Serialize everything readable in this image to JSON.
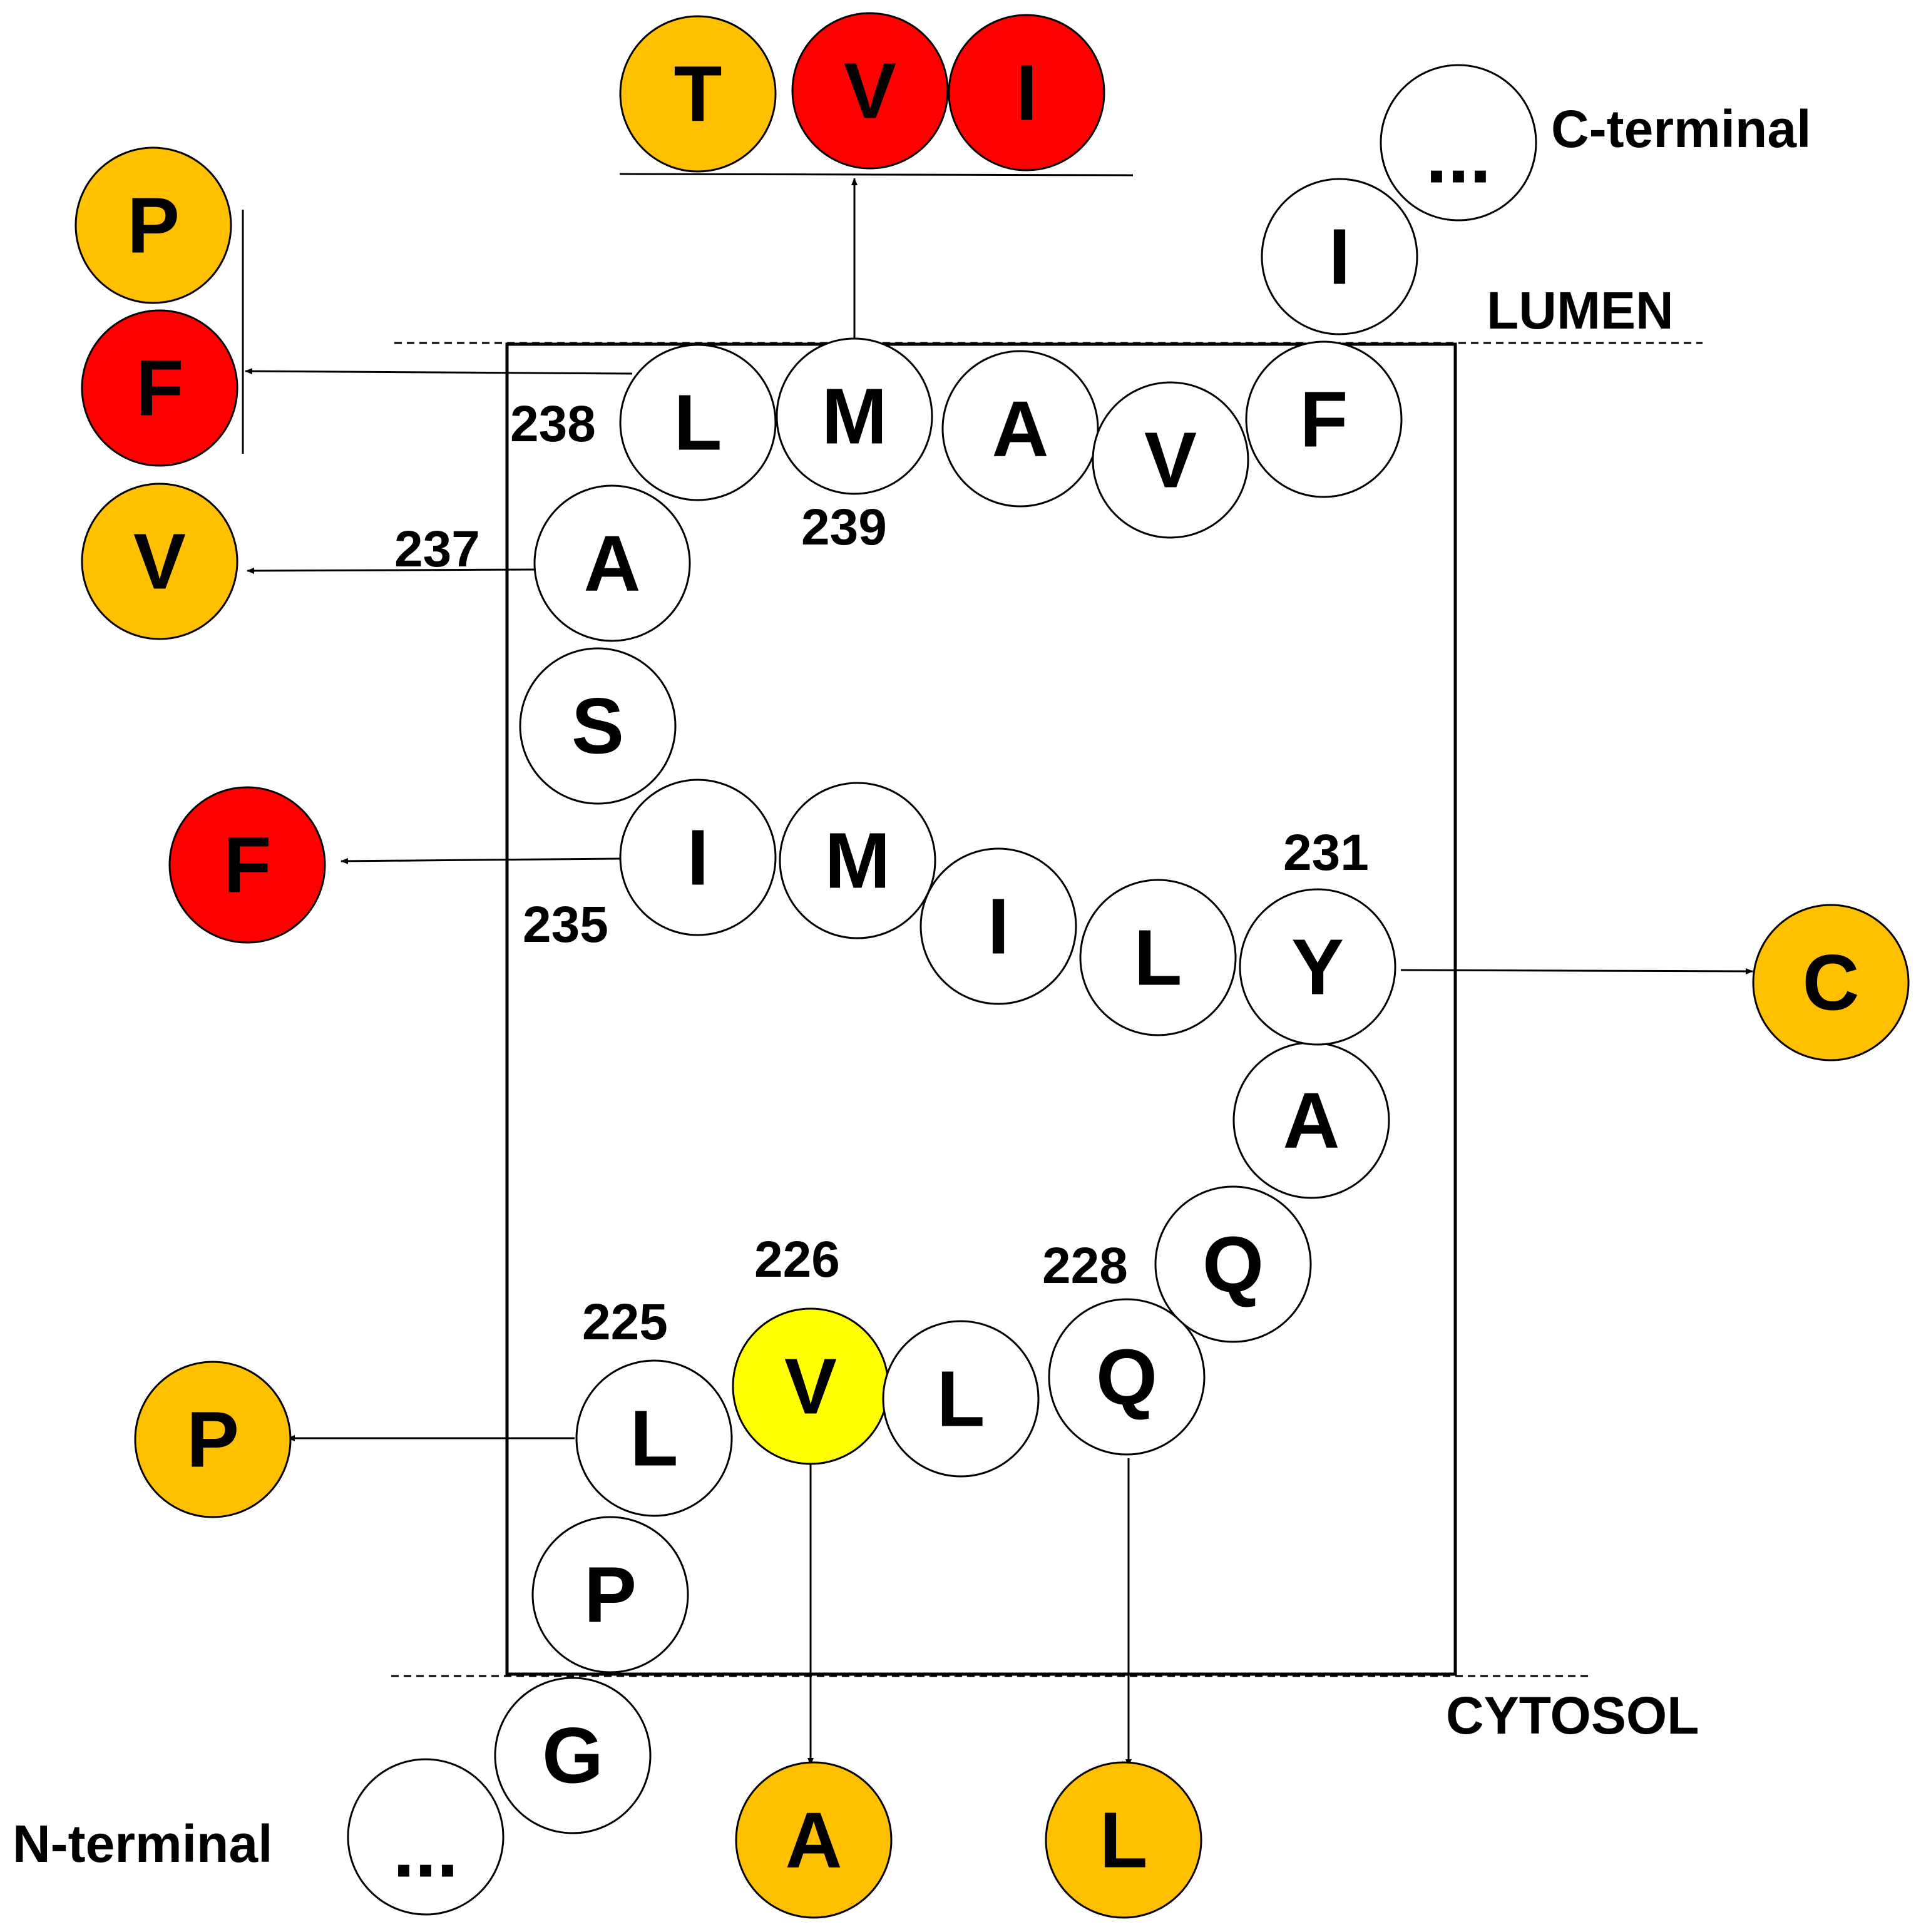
{
  "regions": {
    "lumen": "LUMEN",
    "cytosol": "CYTOSOL",
    "c_terminal": "C-terminal",
    "n_terminal": "N-terminal"
  },
  "colors": {
    "wild": "#ffffff",
    "orange": "#ffc000",
    "red": "#ff0000",
    "yellow": "#ffff00"
  },
  "sequence": [
    {
      "id": "n-ellipsis",
      "aa": "..."
    },
    {
      "id": "g",
      "aa": "G"
    },
    {
      "id": "p",
      "aa": "P"
    },
    {
      "id": "l225",
      "aa": "L"
    },
    {
      "id": "v226",
      "aa": "V",
      "color": "yellow"
    },
    {
      "id": "l227",
      "aa": "L"
    },
    {
      "id": "q228",
      "aa": "Q"
    },
    {
      "id": "q229",
      "aa": "Q"
    },
    {
      "id": "a230",
      "aa": "A"
    },
    {
      "id": "y231",
      "aa": "Y"
    },
    {
      "id": "l232",
      "aa": "L"
    },
    {
      "id": "i233",
      "aa": "I"
    },
    {
      "id": "m234",
      "aa": "M"
    },
    {
      "id": "i235",
      "aa": "I"
    },
    {
      "id": "s236",
      "aa": "S"
    },
    {
      "id": "a237",
      "aa": "A"
    },
    {
      "id": "l238",
      "aa": "L"
    },
    {
      "id": "m239",
      "aa": "M"
    },
    {
      "id": "a240",
      "aa": "A"
    },
    {
      "id": "v241",
      "aa": "V"
    },
    {
      "id": "f242",
      "aa": "F"
    },
    {
      "id": "i243",
      "aa": "I"
    },
    {
      "id": "c-ellipsis",
      "aa": "..."
    }
  ],
  "position_labels": {
    "p225": "225",
    "p226": "226",
    "p228": "228",
    "p231": "231",
    "p235": "235",
    "p237": "237",
    "p238": "238",
    "p239": "239"
  },
  "mutations": {
    "m239": [
      {
        "aa": "T",
        "color": "orange"
      },
      {
        "aa": "V",
        "color": "red"
      },
      {
        "aa": "I",
        "color": "red"
      }
    ],
    "l238": [
      {
        "aa": "P",
        "color": "orange"
      },
      {
        "aa": "F",
        "color": "red"
      }
    ],
    "a237": [
      {
        "aa": "V",
        "color": "orange"
      }
    ],
    "i235": [
      {
        "aa": "F",
        "color": "red"
      }
    ],
    "y231": [
      {
        "aa": "C",
        "color": "orange"
      }
    ],
    "l225": [
      {
        "aa": "P",
        "color": "orange"
      }
    ],
    "v226": [
      {
        "aa": "A",
        "color": "orange"
      }
    ],
    "q228": [
      {
        "aa": "L",
        "color": "orange"
      }
    ]
  }
}
